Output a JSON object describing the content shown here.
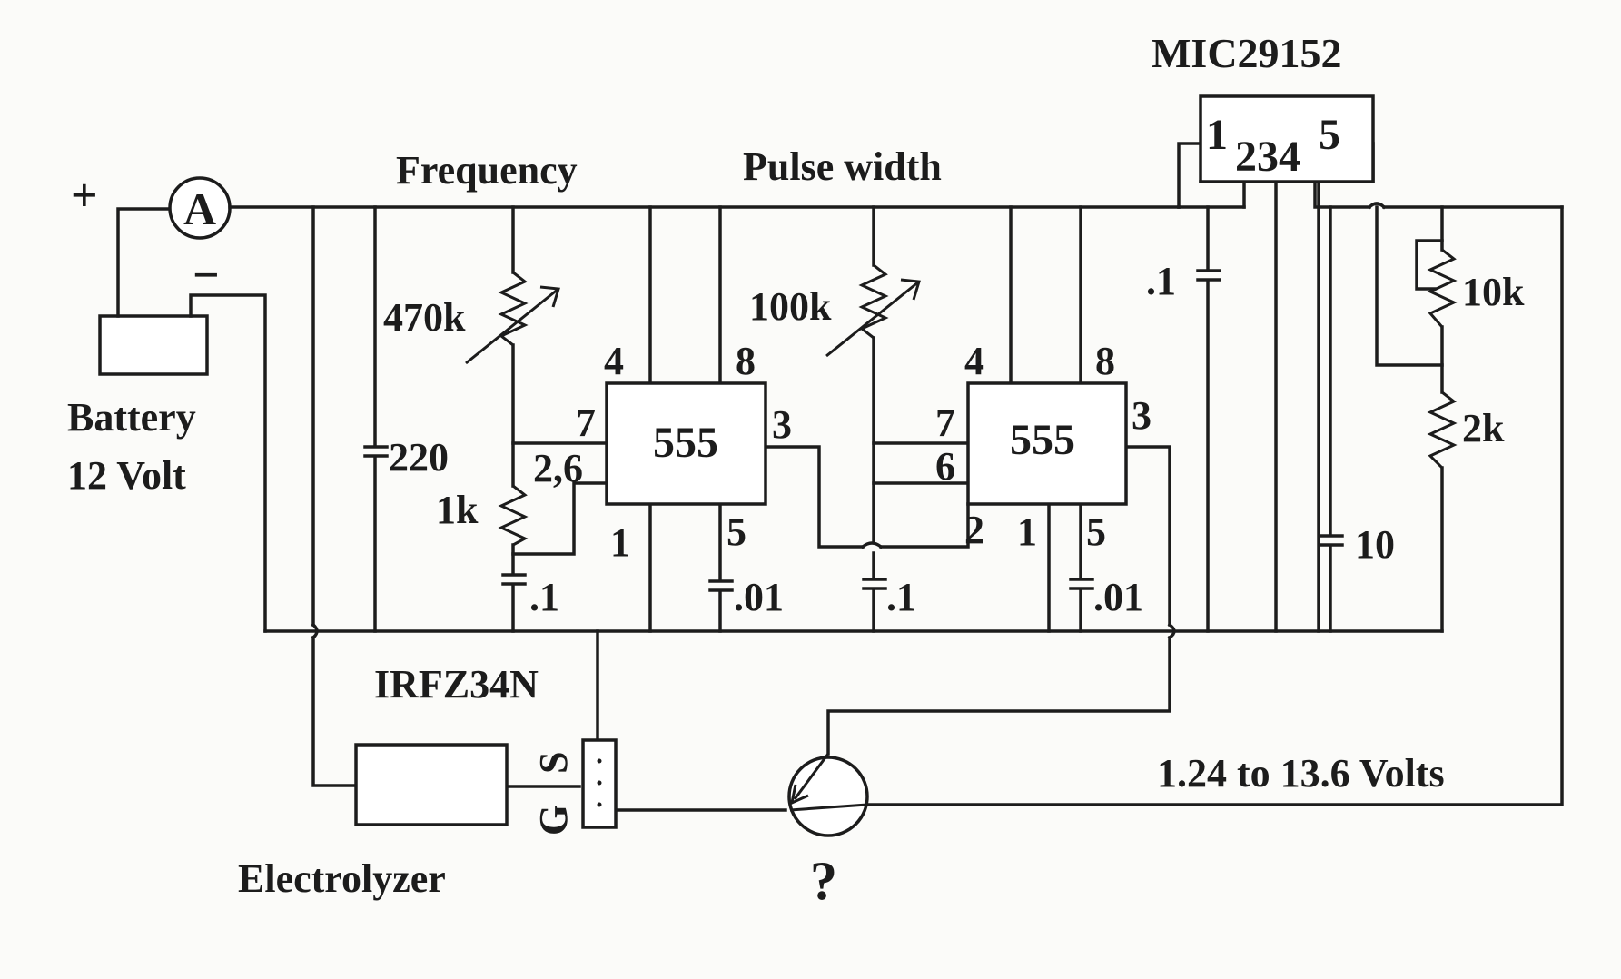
{
  "title": "MIC29152",
  "regulator": {
    "part": "MIC29152",
    "pins_left": "1",
    "pins_mid": "234",
    "pins_right": "5"
  },
  "battery": {
    "plus": "+",
    "minus": "−",
    "meter": "A",
    "label_line1": "Battery",
    "label_line2": "12 Volt"
  },
  "labels": {
    "frequency": "Frequency",
    "pulse_width": "Pulse width",
    "mosfet": "IRFZ34N",
    "electrolyzer": "Electrolyzer",
    "output_range": "1.24 to 13.6 Volts",
    "unknown_transistor": "?"
  },
  "components": {
    "c220": "220",
    "r470k": "470k",
    "r1k": "1k",
    "c_01a": ".1",
    "c_001a": ".01",
    "r100k": "100k",
    "c_01b": ".1",
    "c_001b": ".01",
    "c_01reg": ".1",
    "c10": "10",
    "r10k": "10k",
    "r2k": "2k"
  },
  "timer1": {
    "name": "555",
    "pin4": "4",
    "pin8": "8",
    "pin7": "7",
    "pin26": "2,6",
    "pin3": "3",
    "pin1": "1",
    "pin5": "5"
  },
  "timer2": {
    "name": "555",
    "pin4": "4",
    "pin8": "8",
    "pin7": "7",
    "pin6": "6",
    "pin2": "2",
    "pin1": "1",
    "pin5": "5",
    "pin3": "3"
  },
  "mosfet_pins": {
    "s": "S",
    "g": "G"
  },
  "colors": {
    "ink": "#1c1c1c",
    "paper": "#fbfbf9"
  }
}
